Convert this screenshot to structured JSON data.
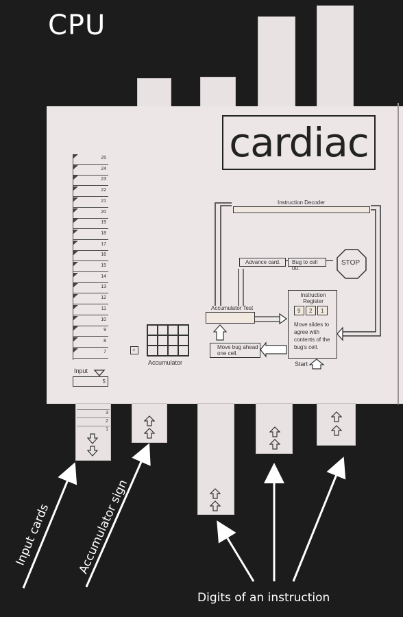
{
  "header": {
    "title": "CPU"
  },
  "board": {
    "logo": "cardiac",
    "instruction_decoder": "Instruction Decoder",
    "advance_card": "Advance card.",
    "bug_to_cell": "Bug to cell 00.",
    "stop": "STOP",
    "accumulator_test": "Accumulator Test",
    "move_bug": "Move bug ahead one cell.",
    "instruction_register_title": "Instruction Register",
    "register_digits": [
      "9",
      "2",
      "1"
    ],
    "register_text": "Move slides to agree with contents of the bug's cell.",
    "start": "Start",
    "accumulator": "Accumulator",
    "accumulator_sign": "+",
    "input_label": "Input",
    "input_slot_number": "5",
    "cell_numbers": [
      "25",
      "24",
      "23",
      "22",
      "21",
      "20",
      "19",
      "18",
      "17",
      "16",
      "15",
      "14",
      "13",
      "12",
      "11",
      "10",
      "9",
      "8",
      "7"
    ],
    "input_card_numbers": [
      "3",
      "2",
      "1"
    ]
  },
  "annotations": {
    "input_cards": "Input cards",
    "accumulator_sign": "Accumulator sign",
    "digits": "Digits of an instruction"
  }
}
